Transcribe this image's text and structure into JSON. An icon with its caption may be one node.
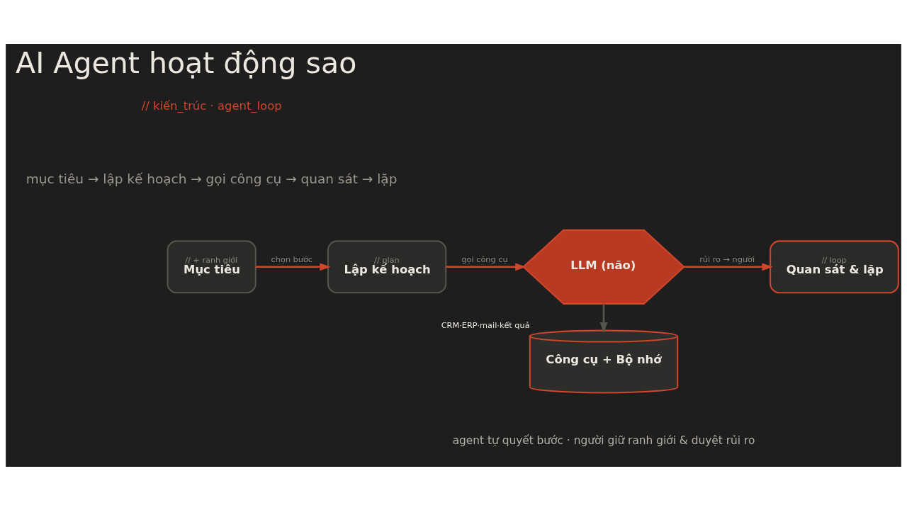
{
  "diagram": {
    "title": "AI Agent hoạt động sao",
    "nodes": [
      {
        "text": [
          "// + ranh giới",
          "Mục tiêu"
        ]
      },
      {
        "text": [
          "// plan",
          "Lập kế hoạch"
        ]
      },
      {
        "text": [
          "LLM (não)"
        ]
      },
      {
        "text": [
          "// loop",
          "Quan sát & lặp"
        ]
      },
      {
        "text": [
          "Công cụ + Bộ nhớ"
        ],
        "beside": [
          "CRM·ERP·mail·kết quả"
        ]
      }
    ],
    "edges": [
      {
        "from": 0,
        "to": 1,
        "arrow": "to",
        "label": "chọn bước"
      },
      {
        "from": 1,
        "to": 2,
        "arrow": "to",
        "label": "gọi công cụ"
      },
      {
        "from": 2,
        "to": 3,
        "arrow": "to",
        "label": "rủi ro → người"
      },
      {
        "from": 2,
        "to": 4,
        "arrow": "to",
        "color": "#55554d"
      }
    ],
    "labels": [
      "// kiến_trúc · agent_loop",
      "mục tiêu → lập kế hoạch → gọi công cụ → quan sát → lặp",
      "agent tự quyết bước · người giữ ranh giới & duyệt rủi ro"
    ]
  }
}
